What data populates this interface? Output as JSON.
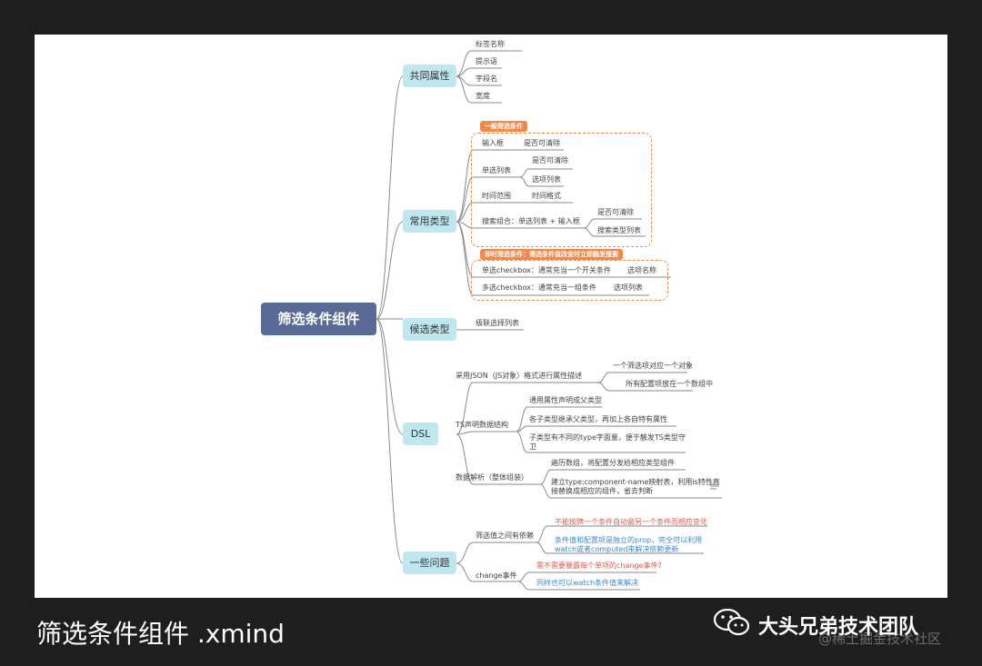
{
  "root": "筛选条件组件",
  "branches": {
    "shared": "共同属性",
    "common": "常用类型",
    "candidate": "候选类型",
    "dsl": "DSL",
    "issues": "一些问题"
  },
  "shared_items": [
    "标签名称",
    "提示语",
    "字段名",
    "宽度"
  ],
  "common": {
    "group1_tag": "一般筛选条件",
    "input": "输入框",
    "input_clearable": "是否可清除",
    "select": "单选列表",
    "select_clearable": "是否可清除",
    "select_options": "选项列表",
    "timerange": "时间范围",
    "time_format": "时间格式",
    "search_combo": "搜索组合：单选列表 + 输入框",
    "search_clearable": "是否可清除",
    "search_types": "搜索类型列表",
    "group2_tag": "即时筛选条件：筛选条件值改变时立即触发搜索",
    "single_checkbox": "单选checkbox：通常充当一个开关条件",
    "single_checkbox_opt": "选项名称",
    "multi_checkbox": "多选checkbox：通常充当一组条件",
    "multi_checkbox_opt": "选项列表"
  },
  "candidate": {
    "cascade": "级联选择列表"
  },
  "dsl": {
    "json": "采用JSON（JS对象）格式进行属性描述",
    "json_a": "一个筛选项对应一个对象",
    "json_b": "所有配置项放在一个数组中",
    "ts": "TS声明数据结构",
    "ts_a": "通用属性声明成父类型",
    "ts_b": "各子类型继承父类型，再加上各自特有属性",
    "ts_c": "子类型有不同的type字面量，便于触发TS类型守卫",
    "parse": "数据解析（整体组装）",
    "parse_a": "遍历数组，将配置分发给相应类型组件",
    "parse_b": "建立type:component-name映射表，利用is特性直接替换成相应的组件，省去判断"
  },
  "issues": {
    "dep": "筛选值之间有依赖",
    "dep_a": "不能按牌一个条件自动最另一个条件而相应变化",
    "dep_b": "条件值和配置项是独立的prop，完全可以利用watch或者computed来解决依赖更新",
    "change": "change事件",
    "change_a": "需不需要暴露每个单项的change事件?",
    "change_b": "同样也可以watch条件值来解决"
  },
  "caption": "筛选条件组件 .xmind",
  "watermark": {
    "name": "大头兄弟技术团队",
    "sub": "@稀土掘金技术社区"
  },
  "colors": {
    "root": "#5a6a96",
    "branch": "#bfe7ef",
    "highlight": "#f2894b",
    "red_text": "#e25a4d",
    "blue_text": "#3f87d6",
    "line": "#7a7a7a"
  }
}
